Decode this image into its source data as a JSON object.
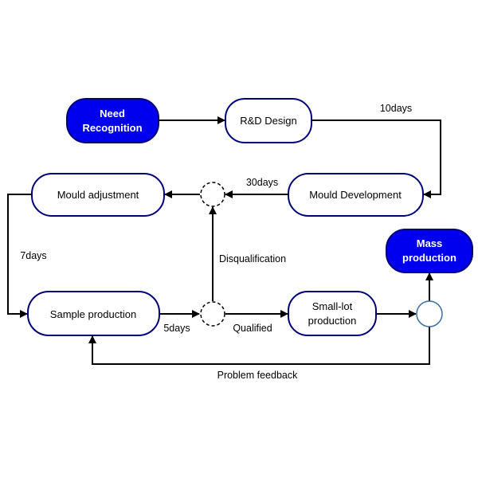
{
  "colors": {
    "accent": "#0000ee",
    "border": "#00007a",
    "line": "#000000",
    "junction_fill": "#ffffff",
    "final_junction_border": "#3a6ea5"
  },
  "nodes": {
    "need_recognition": {
      "line1": "Need",
      "line2": "Recognition"
    },
    "rd_design": {
      "label": "R&D Design"
    },
    "mould_development": {
      "label": "Mould Development"
    },
    "mould_adjustment": {
      "label": "Mould adjustment"
    },
    "sample_production": {
      "label": "Sample production"
    },
    "small_lot": {
      "line1": "Small-lot",
      "line2": "production"
    },
    "mass_production": {
      "line1": "Mass",
      "line2": "production"
    }
  },
  "edge_labels": {
    "days_10": "10days",
    "days_30": "30days",
    "days_7": "7days",
    "days_5": "5days",
    "disqualification": "Disqualification",
    "qualified": "Qualified",
    "problem_feedback": "Problem feedback"
  }
}
